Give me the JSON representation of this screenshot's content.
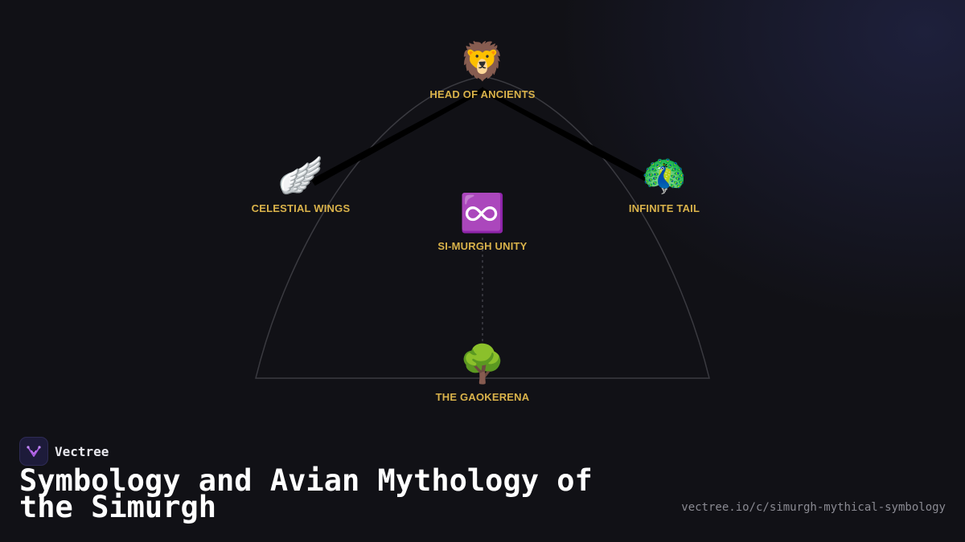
{
  "diagram": {
    "nodes": {
      "head": {
        "icon": "lion-icon",
        "emoji": "🦁",
        "label": "HEAD OF ANCIENTS"
      },
      "wings": {
        "icon": "wing-icon",
        "emoji": "🪽",
        "label": "CELESTIAL WINGS"
      },
      "tail": {
        "icon": "peacock-icon",
        "emoji": "🦚",
        "label": "INFINITE TAIL"
      },
      "unity": {
        "icon": "infinity-icon",
        "emoji": "♾️",
        "label": "SI-MURGH UNITY"
      },
      "tree": {
        "icon": "tree-icon",
        "emoji": "🌳",
        "label": "THE GAOKERENA"
      }
    },
    "colors": {
      "label": "#d9b24a",
      "outline": "#3a3a40"
    }
  },
  "brand": {
    "name": "Vectree",
    "icon": "vectree-logo-icon"
  },
  "title": "Symbology and Avian Mythology of the Simurgh",
  "url": "vectree.io/c/simurgh-mythical-symbology"
}
